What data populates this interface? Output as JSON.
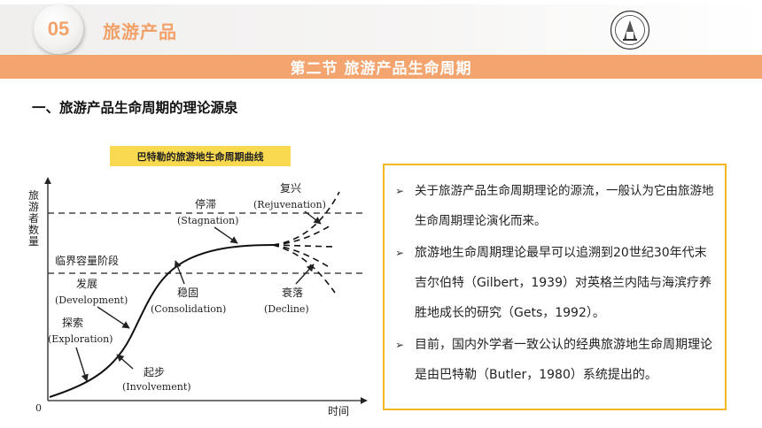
{
  "header": {
    "section_number": "05",
    "section_title": "旅游产品"
  },
  "subtitle": "第二节  旅游产品生命周期",
  "heading": "一、旅游产品生命周期的理论源泉",
  "chart_title": "巴特勒的旅游地生命周期曲线",
  "chart_data": {
    "type": "line",
    "title": "巴特勒的旅游地生命周期曲线",
    "xlabel": "时间",
    "ylabel": "旅游者数量",
    "origin_label": "0",
    "capacity_label": "临界容量阶段",
    "stages": [
      {
        "name": "探索",
        "en": "(Exploration)"
      },
      {
        "name": "起步",
        "en": "(Involvement)"
      },
      {
        "name": "发展",
        "en": "(Development)"
      },
      {
        "name": "稳固",
        "en": "(Consolidation)"
      },
      {
        "name": "停滞",
        "en": "(Stagnation)"
      },
      {
        "name": "复兴",
        "en": "(Rejuvenation)"
      },
      {
        "name": "衰落",
        "en": "(Decline)"
      }
    ],
    "grid": false
  },
  "bullets": [
    {
      "marker": "➢",
      "text": "关于旅游产品生命周期理论的源流，一般认为它由旅游地生命周期理论演化而来。"
    },
    {
      "marker": "➢",
      "text": "旅游地生命周期理论最早可以追溯到20世纪30年代末吉尔伯特（Gilbert，1939）对英格兰内陆与海滨疗养胜地成长的研究（Gets，1992）。"
    },
    {
      "marker": "➢",
      "text": "目前，国内外学者一致公认的经典旅游地生命周期理论是由巴特勒（Butler，1980）系统提出的。"
    }
  ],
  "colors": {
    "accent": "#f4a46e",
    "accent_text": "#f2a169",
    "highlight": "#f8d94f",
    "box_border": "#f3b722"
  }
}
